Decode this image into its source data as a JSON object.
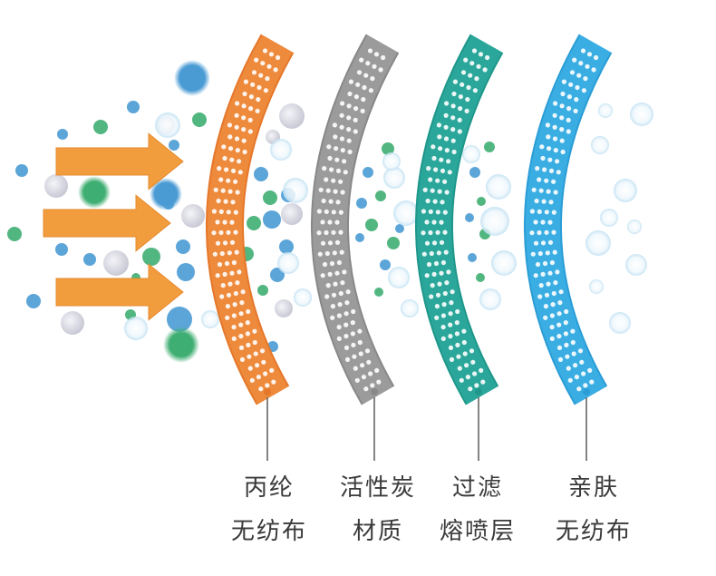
{
  "layers": [
    {
      "line1": "丙纶",
      "line2": "无纺布",
      "color": "#ee8a3c",
      "edge": "#e5772a"
    },
    {
      "line1": "活性炭",
      "line2": "材质",
      "color": "#9b9b9b",
      "edge": "#888888"
    },
    {
      "line1": "过滤",
      "line2": "熔喷层",
      "color": "#2aa79a",
      "edge": "#1f978b"
    },
    {
      "line1": "亲肤",
      "line2": "无纺布",
      "color": "#3aaee3",
      "edge": "#2a9dd6"
    }
  ],
  "arrow_color": "#f19d3e",
  "particle_colors": {
    "blue": "#4a9bd4",
    "green": "#3fae72",
    "gray": "#d8d8e2",
    "pale": "#d6ecf6"
  }
}
